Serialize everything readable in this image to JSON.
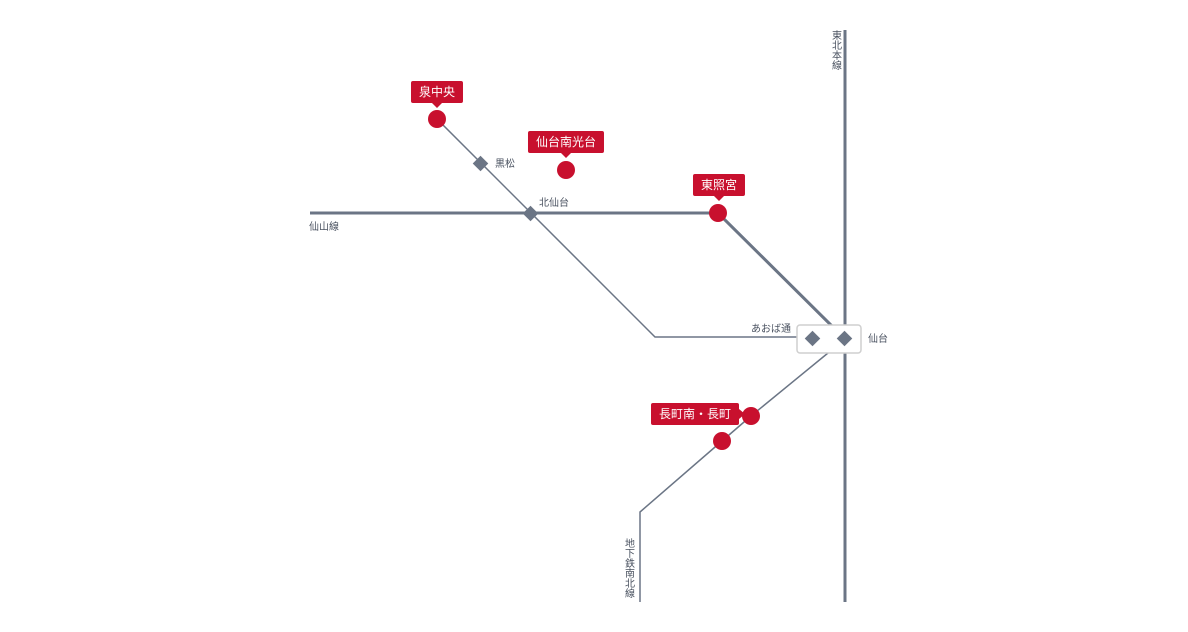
{
  "colors": {
    "line": "#6b7585",
    "station_marker": "#c8102e",
    "junction": "#6b7585"
  },
  "lines": {
    "tohoku": "東北本線",
    "senzan": "仙山線",
    "subway_namboku": "地下鉄南北線"
  },
  "stations": {
    "kuromatsu": "黒松",
    "kitasendai": "北仙台",
    "aobadori": "あおば通",
    "sendai": "仙台"
  },
  "highlighted": {
    "izumichuo": "泉中央",
    "sendaiminamikodai": "仙台南光台",
    "toshogu": "東照宮",
    "nagamachi": "長町南・長町"
  }
}
